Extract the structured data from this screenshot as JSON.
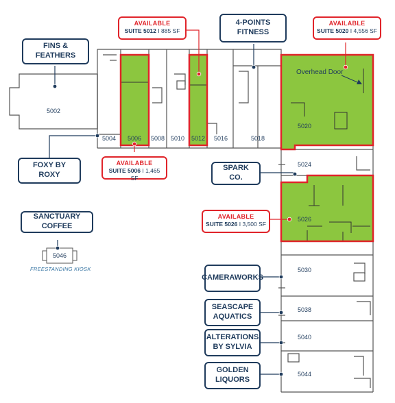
{
  "colors": {
    "available_fill": "#8cc63f",
    "available_border": "#e0242a",
    "label_navy": "#1f3b5c",
    "wall": "#555555"
  },
  "tenants": {
    "fins_feathers": "FINS & FEATHERS",
    "foxy_by_roxy": "FOXY BY ROXY",
    "sanctuary_coffee": "SANCTUARY COFFEE",
    "four_points": "4-POINTS FITNESS",
    "spark_co": "SPARK CO.",
    "cameraworks": "CAMERAWORKS",
    "seascape": "SEASCAPE AQUATICS",
    "alterations": "ALTERATIONS BY SYLVIA",
    "golden": "GOLDEN LIQUORS"
  },
  "available": {
    "heading": "AVAILABLE",
    "s5012": {
      "suite": "SUITE 5012",
      "size": "885 SF"
    },
    "s5020": {
      "suite": "SUITE 5020",
      "size": "4,556 SF"
    },
    "s5006": {
      "suite": "SUITE 5006",
      "size": "1,465 SF"
    },
    "s5026": {
      "suite": "SUITE 5026",
      "size": "3,500 SF"
    },
    "separator": "I"
  },
  "units": {
    "u5002": "5002",
    "u5004": "5004",
    "u5006": "5006",
    "u5008": "5008",
    "u5010": "5010",
    "u5012": "5012",
    "u5016": "5016",
    "u5018": "5018",
    "u5020": "5020",
    "u5024": "5024",
    "u5026": "5026",
    "u5030": "5030",
    "u5038": "5038",
    "u5040": "5040",
    "u5044": "5044",
    "u5046": "5046"
  },
  "overhead_door": "Overhead Door",
  "kiosk_note": "FREESTANDING KIOSK"
}
